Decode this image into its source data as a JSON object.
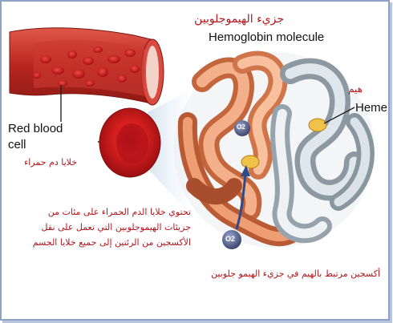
{
  "labels": {
    "title_ar": "جزيء الهيموجلوبين",
    "title_en": "Hemoglobin molecule",
    "heme_ar": "هيم",
    "heme_en": "Heme",
    "rbc_en_line1": "Red blood",
    "rbc_en_line2": "cell",
    "rbc_ar": "خلايا دم حمراء",
    "desc_ar_line1": "تحتوي  خلايا الدم الحمراء  على مئات من",
    "desc_ar_line2": "جزيئات الهيموجلوبين التي تعمل على نقل",
    "desc_ar_line3": "الأكسجين من الرئتين إلى جميع خلايا الجسم",
    "oxygen_ar": "أكسجين مرتبط بالهيم في جزيء الهيمو جلوبين",
    "o2_symbol": "O2"
  },
  "colors": {
    "text_red": "#b3161b",
    "vessel": "#c8342e",
    "cell": "#d8201f",
    "helix_orange": "#f0a074",
    "helix_grey": "#b7c3cb",
    "heme": "#f0c24a",
    "oxygen": "#54628c",
    "frame": "#8ea2c6"
  }
}
